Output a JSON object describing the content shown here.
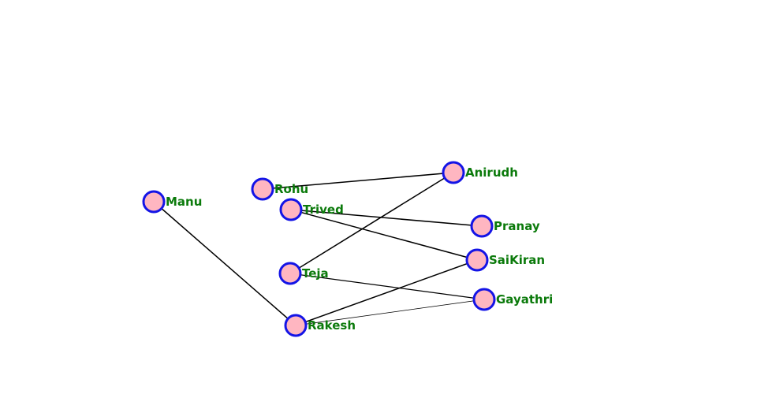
{
  "colors": {
    "node_fill": "#ffb6c1",
    "node_stroke": "#1414e6",
    "label_color": "#0b7a0b",
    "edge_color": "#000000",
    "background": "#ffffff"
  },
  "graph": {
    "nodes": [
      {
        "id": "manu",
        "label": "Manu"
      },
      {
        "id": "rohu",
        "label": "Rohu"
      },
      {
        "id": "trived",
        "label": "Trived"
      },
      {
        "id": "teja",
        "label": "Teja"
      },
      {
        "id": "rakesh",
        "label": "Rakesh"
      },
      {
        "id": "anirudh",
        "label": "Anirudh"
      },
      {
        "id": "pranay",
        "label": "Pranay"
      },
      {
        "id": "saikiran",
        "label": "SaiKiran"
      },
      {
        "id": "gayathri",
        "label": "Gayathri"
      }
    ],
    "edges": [
      {
        "from": "manu",
        "to": "rakesh"
      },
      {
        "from": "rohu",
        "to": "anirudh"
      },
      {
        "from": "trived",
        "to": "pranay"
      },
      {
        "from": "trived",
        "to": "saikiran"
      },
      {
        "from": "teja",
        "to": "anirudh"
      },
      {
        "from": "teja",
        "to": "gayathri"
      },
      {
        "from": "rakesh",
        "to": "saikiran"
      },
      {
        "from": "rakesh",
        "to": "gayathri"
      }
    ]
  }
}
